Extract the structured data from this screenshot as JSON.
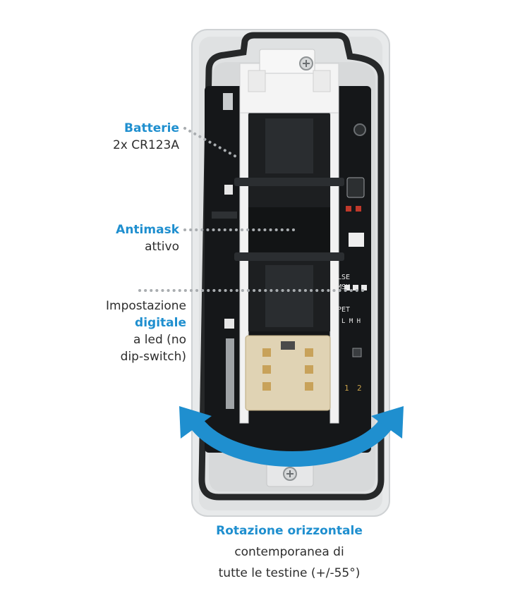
{
  "colors": {
    "accent": "#1f8fcf",
    "text": "#2d2d2d",
    "board": "#151719",
    "housing": "#e4e6e7",
    "gasket": "#262829"
  },
  "labels": {
    "batterie": {
      "title": "Batterie",
      "line1": "2x CR123A"
    },
    "antimask": {
      "title": "Antimask",
      "line1": "attivo"
    },
    "impostazione": {
      "line1": "Impostazione",
      "title": "digitale",
      "line2": "a led (no",
      "line3": "dip-switch)"
    },
    "rotazione": {
      "title": "Rotazione orizzontale",
      "line1": "contemporanea di",
      "line2": "tutte le testine (+/-55°)"
    }
  },
  "board_marks": {
    "pulse": "LSE",
    "mask": "MSK",
    "pet": "PET",
    "lmh": "L M H",
    "dip_1": "1",
    "dip_2": "2"
  }
}
